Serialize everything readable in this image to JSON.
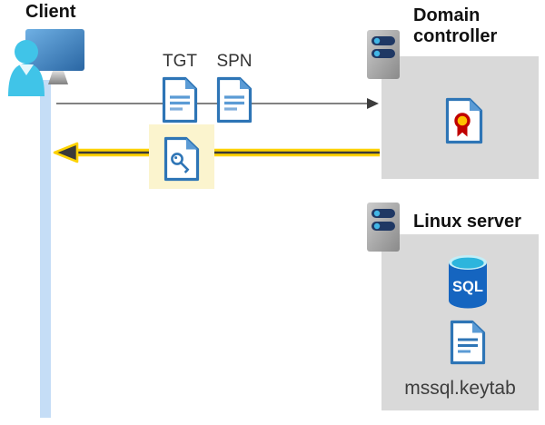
{
  "client": {
    "label": "Client"
  },
  "flow": {
    "tgt_label": "TGT",
    "spn_label": "SPN"
  },
  "domain_controller": {
    "label": "Domain controller"
  },
  "linux_server": {
    "label": "Linux server",
    "database_label": "SQL",
    "keytab_label": "mssql.keytab"
  },
  "icons": {
    "client_icon": "monitor-with-user",
    "server_icon": "server-tower",
    "tgt_icon": "document",
    "spn_icon": "document",
    "ticket_icon": "document-with-key",
    "certificate_icon": "document-with-certificate",
    "database_icon": "sql-database-cylinder",
    "keytab_icon": "document"
  },
  "colors": {
    "doc_border": "#2e75b6",
    "doc_fold": "#5b9bd5",
    "highlight": "#fbf4ce",
    "arrow_yellow": "#fdd200",
    "arrow_dark": "#3a3a3a",
    "request_arrow": "#595959",
    "panel_gray": "#d9d9d9",
    "lifeline": "#c5ddf6",
    "person": "#40c4e8",
    "sql_body": "#1565c0",
    "cert_red": "#c00000",
    "cert_gold": "#ffc000",
    "server_slot": "#1f3864",
    "server_dot": "#41b6e6"
  }
}
